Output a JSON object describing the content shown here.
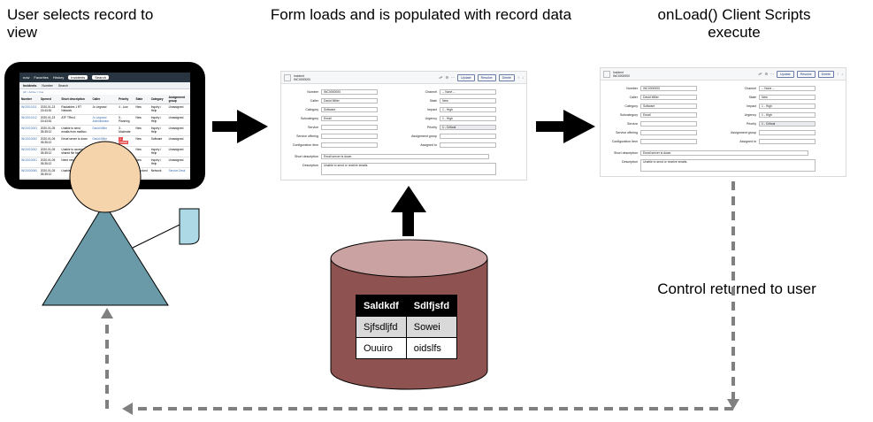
{
  "captions": {
    "user_selects": "User selects record to view",
    "form_loads": "Form loads and is  populated with record data",
    "onload_line1": "onLoad() Client Scripts",
    "onload_line2": "execute",
    "control_returned": "Control returned to user"
  },
  "list_screen": {
    "logo": "now",
    "nav": [
      "Favorites",
      "History"
    ],
    "title_pill": "Incidents",
    "search_placeholder": "Search",
    "filter_field": "Number",
    "filter_search": "Search",
    "all_link": "All > Active = true",
    "columns": [
      "Number",
      "Opened",
      "Short description",
      "Caller",
      "Priority",
      "State",
      "Category",
      "Assignment group"
    ],
    "rows": [
      [
        "INC0010111",
        "2020-01-23 15:43:51",
        "Rackables 1 RT Network",
        "Jo Legrand",
        "4 - Low",
        "New",
        "Inquiry / Help",
        "Unassigned"
      ],
      [
        "INC0010112",
        "2020-01-23 15:43:51",
        "ATF TRev1",
        "Jo Legrand Administrator",
        "5 - Planning",
        "New",
        "Inquiry / Help",
        "Unassigned"
      ],
      [
        "INC0010003",
        "2020-01-05 05:35:12",
        "Unable to send emails from mailbox",
        "David Miller",
        "3 - Moderate",
        "New",
        "Inquiry / Help",
        "Unassigned"
      ],
      [
        "INC0010000",
        "2020-01-05 05:35:12",
        "Email server is down",
        "David Miller",
        "1 - Critical",
        "New",
        "Software",
        "Unassigned"
      ],
      [
        "INC0010002",
        "2020-01-05 05:35:12",
        "Unable to access shared file folder",
        "David Miller",
        "3 - Moderate",
        "New",
        "Inquiry / Help",
        "Unassigned"
      ],
      [
        "INC0010001",
        "2020-01-05 05:35:12",
        "Need new laptop",
        "David Miller",
        "4 - Low",
        "New",
        "Inquiry / Help",
        "Unassigned"
      ],
      [
        "INC0000060",
        "2020-01-05 05:35:12",
        "Unable to connect",
        "Joe Employee",
        "4 - Low",
        "Resolved",
        "Network",
        "Service Desk"
      ]
    ]
  },
  "form": {
    "title_line1": "Incident",
    "title_line2": "INC0000000",
    "buttons": [
      "Update",
      "Resolve",
      "Delete"
    ],
    "left_fields": [
      {
        "label": "Number",
        "value": "INC0000000"
      },
      {
        "label": "Caller",
        "value": "David Miller"
      },
      {
        "label": "Category",
        "value": "Software"
      },
      {
        "label": "Subcategory",
        "value": "Email"
      },
      {
        "label": "Service",
        "value": ""
      },
      {
        "label": "Service offering",
        "value": ""
      },
      {
        "label": "Configuration item",
        "value": ""
      }
    ],
    "right_fields": [
      {
        "label": "Channel",
        "value": "-- None --"
      },
      {
        "label": "State",
        "value": "New"
      },
      {
        "label": "Impact",
        "value": "1 - High"
      },
      {
        "label": "Urgency",
        "value": "1 - High"
      },
      {
        "label": "Priority",
        "value": "1 - Critical"
      },
      {
        "label": "Assignment group",
        "value": ""
      },
      {
        "label": "Assigned to",
        "value": ""
      }
    ],
    "short_description_label": "Short description",
    "short_description_value": "Email server is down.",
    "description_label": "Description",
    "description_value": "Unable to send or receive emails."
  },
  "database_table": {
    "header": [
      "Saldkdf",
      "Sdlfjsfd"
    ],
    "rows": [
      [
        "Sjfsdljfd",
        "Sowei"
      ],
      [
        "Ouuiro",
        "oidslfs"
      ]
    ]
  },
  "colors": {
    "monitor": "#000000",
    "face": "#f5d3ab",
    "body": "#6a99a7",
    "card": "#add8e6",
    "db_fill": "#8e5350",
    "db_top": "#c9a2a1",
    "dashed": "#808080"
  }
}
